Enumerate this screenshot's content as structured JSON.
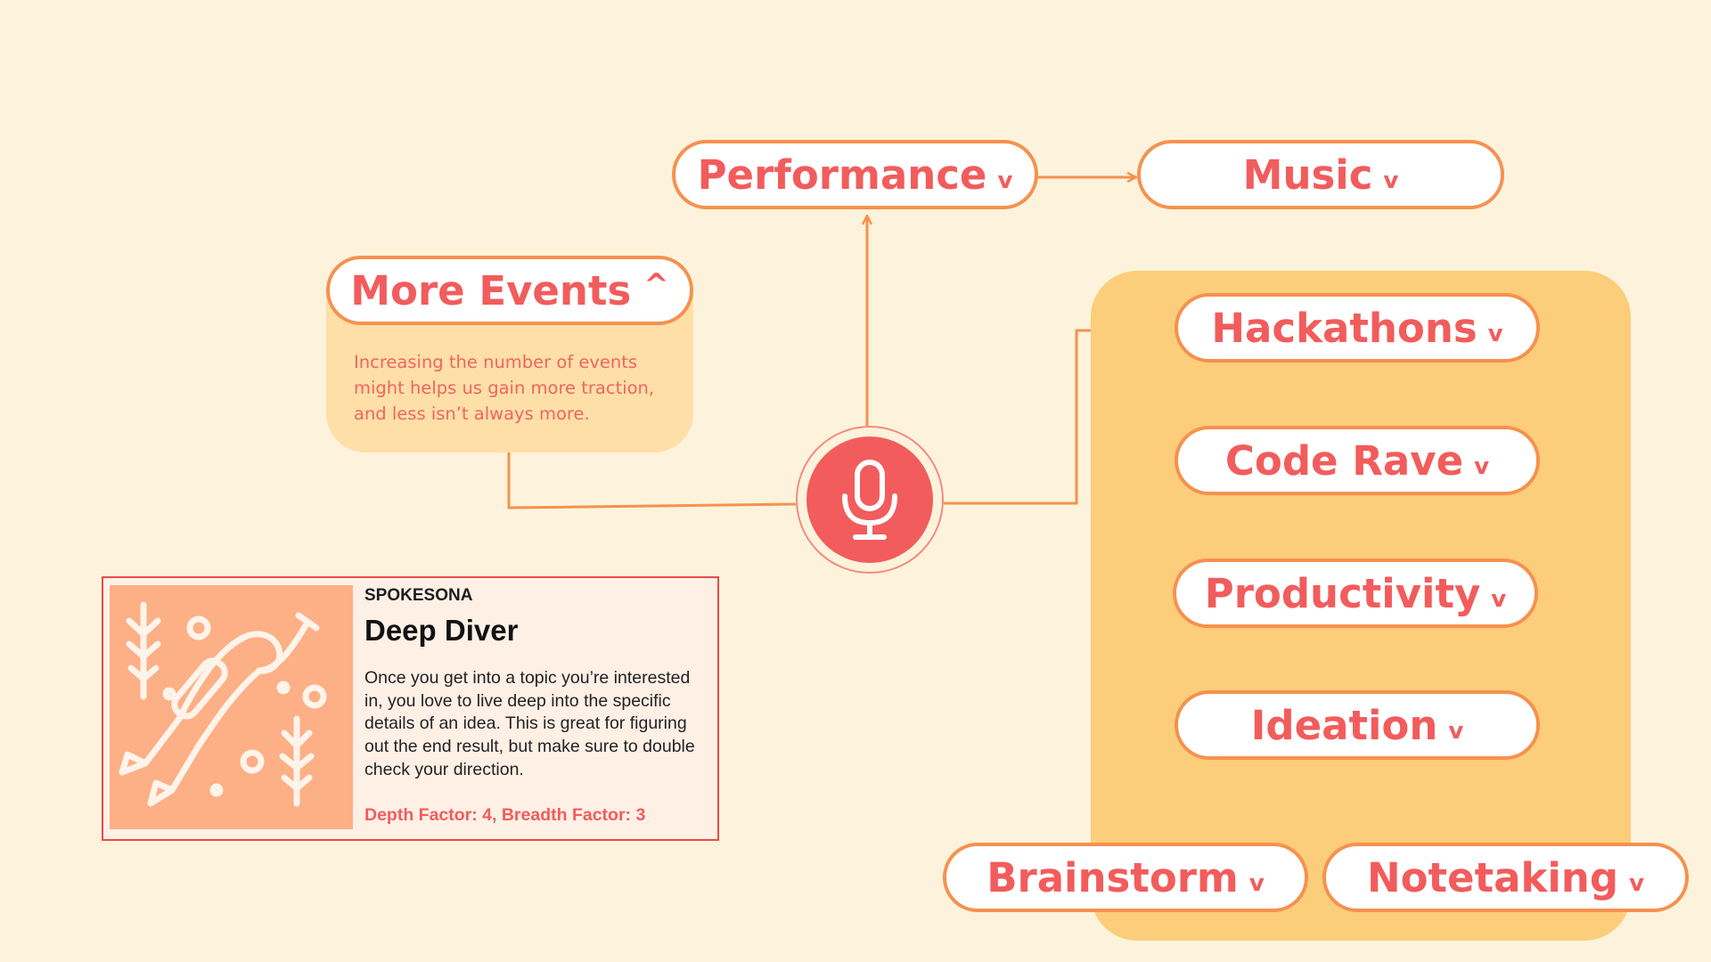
{
  "colors": {
    "background": "#fdf3dc",
    "accent": "#f25c5c",
    "connector": "#f6914f",
    "panel": "#fccd7a",
    "note_bg": "#ffdfa8",
    "card_border": "#ea4a4a",
    "card_art": "#fdaf86"
  },
  "nodes": {
    "performance": {
      "label": "Performance",
      "indicator": "v"
    },
    "music": {
      "label": "Music",
      "indicator": "v"
    },
    "more_events": {
      "label": "More Events",
      "indicator": "^"
    },
    "hackathons": {
      "label": "Hackathons",
      "indicator": "v"
    },
    "code_rave": {
      "label": "Code Rave",
      "indicator": "v"
    },
    "productivity": {
      "label": "Productivity",
      "indicator": "v"
    },
    "ideation": {
      "label": "Ideation",
      "indicator": "v"
    },
    "brainstorm": {
      "label": "Brainstorm",
      "indicator": "v"
    },
    "notetaking": {
      "label": "Notetaking",
      "indicator": "v"
    }
  },
  "more_events_note": "Increasing the number of events might helps us gain more traction, and less isn’t always more.",
  "center": {
    "icon": "microphone-icon"
  },
  "persona_card": {
    "kicker": "SPOKESONA",
    "title": "Deep Diver",
    "body": "Once you get into a topic you’re interested in, you love to live deep into the specific details of an idea. This is great for figuring out the end result, but make sure to double check your direction.",
    "factors": "Depth Factor: 4, Breadth Factor: 3",
    "art_icon": "diver-icon"
  }
}
